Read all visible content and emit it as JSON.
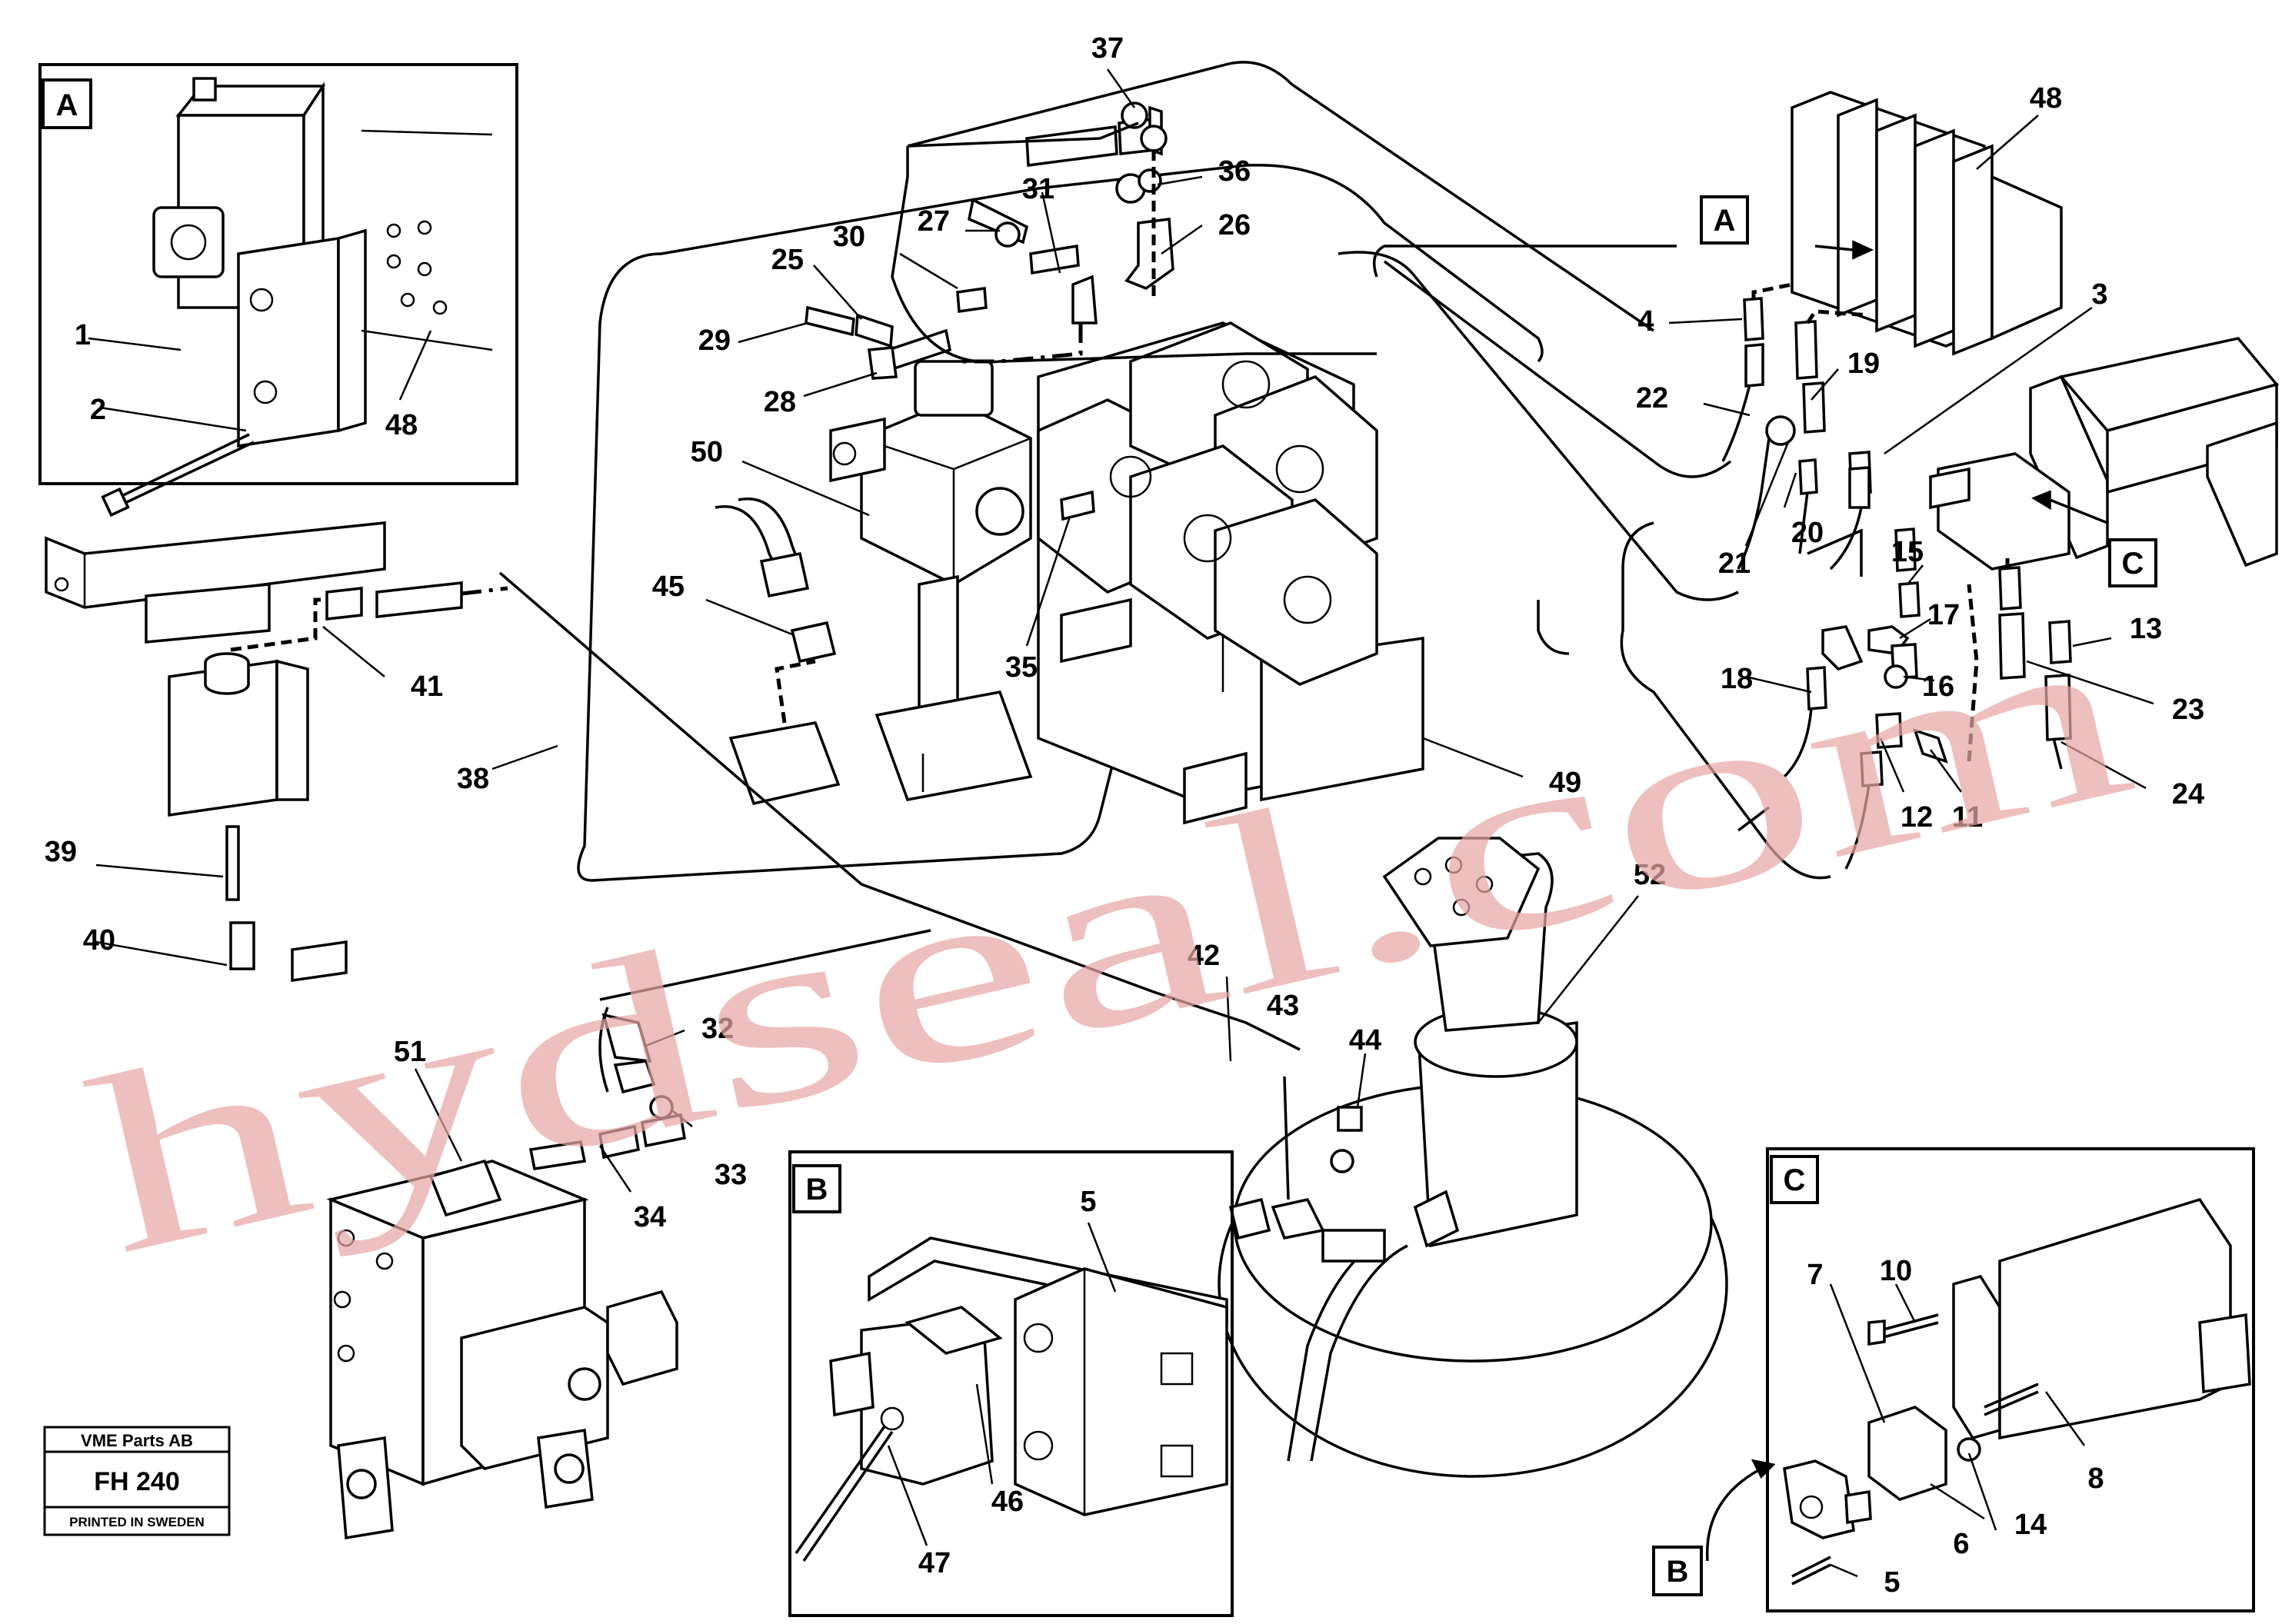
{
  "watermark": "hydseal.com",
  "title_block": {
    "company": "VME Parts AB",
    "code": "FH 240",
    "printed": "PRINTED IN SWEDEN"
  },
  "detail_boxes": {
    "a": "A",
    "b": "B",
    "c": "C"
  },
  "callout_refs": {
    "a": "A",
    "b": "B",
    "c": "C"
  },
  "labels": {
    "l1": "1",
    "l2": "2",
    "l3": "3",
    "l4": "4",
    "l5_b": "5",
    "l5_c": "5",
    "l6": "6",
    "l7": "7",
    "l8": "8",
    "l10": "10",
    "l11": "11",
    "l12": "12",
    "l13": "13",
    "l14": "14",
    "l15": "15",
    "l16": "16",
    "l17": "17",
    "l18": "18",
    "l19": "19",
    "l20": "20",
    "l21": "21",
    "l22": "22",
    "l23": "23",
    "l24": "24",
    "l25": "25",
    "l26": "26",
    "l27": "27",
    "l28": "28",
    "l29": "29",
    "l30": "30",
    "l31": "31",
    "l32": "32",
    "l33": "33",
    "l34": "34",
    "l35": "35",
    "l36": "36",
    "l37": "37",
    "l38": "38",
    "l39": "39",
    "l40": "40",
    "l41": "41",
    "l42": "42",
    "l43": "43",
    "l44": "44",
    "l45": "45",
    "l46": "46",
    "l47": "47",
    "l48_a": "48",
    "l48": "48",
    "l49": "49",
    "l50": "50",
    "l51": "51",
    "l52": "52"
  }
}
